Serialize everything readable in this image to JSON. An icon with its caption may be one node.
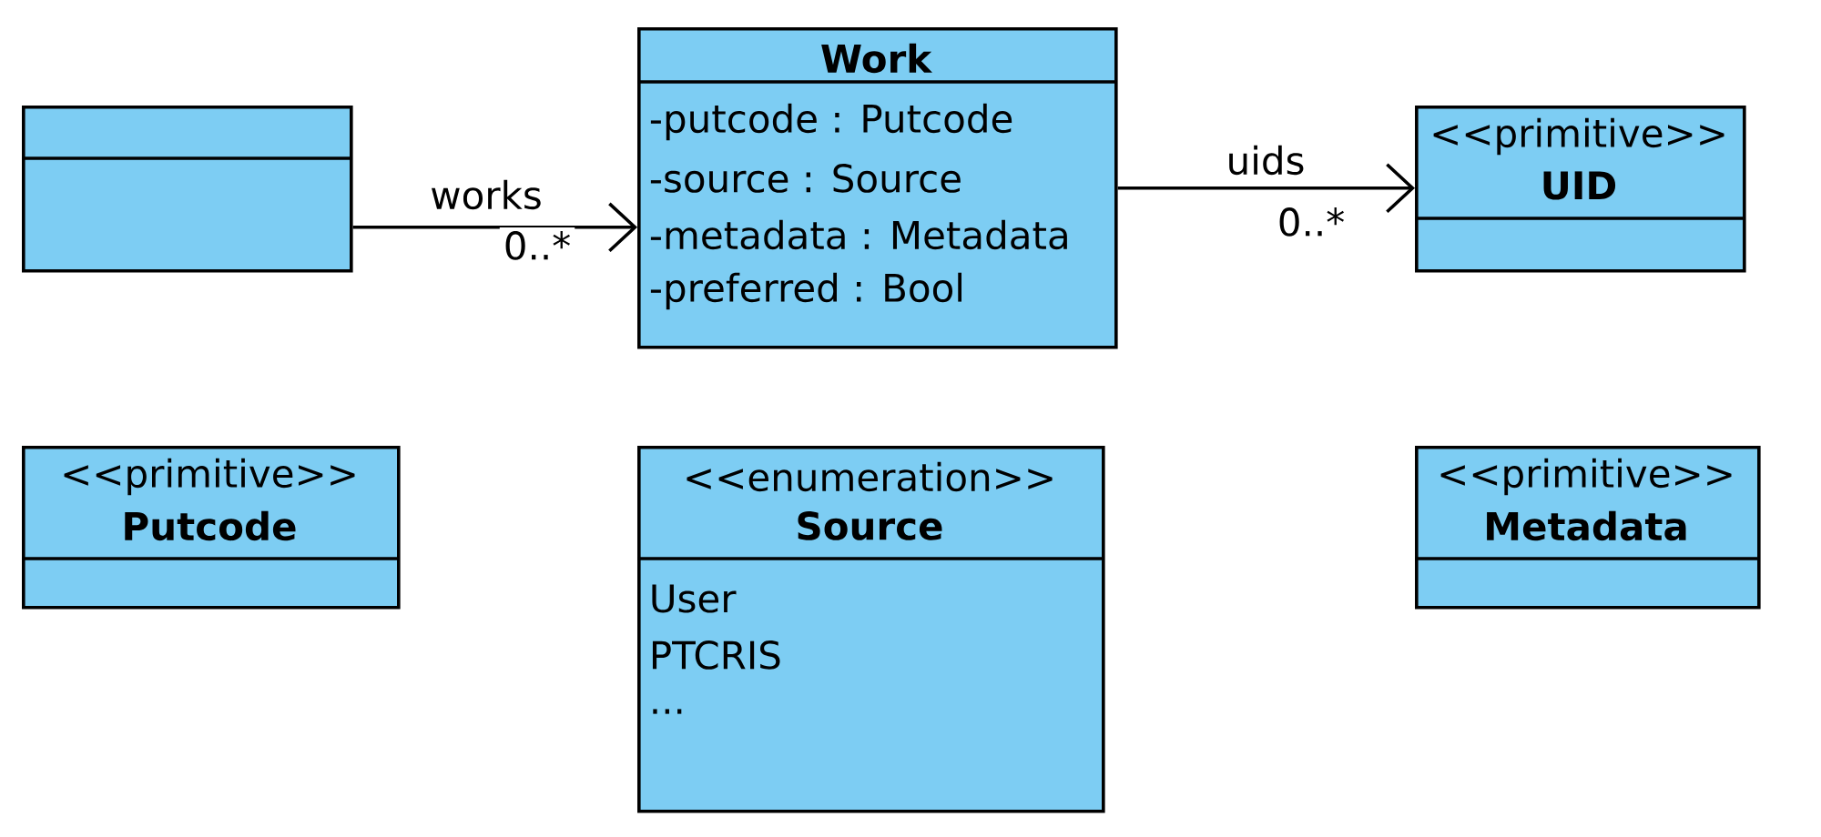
{
  "diagram": {
    "nodes": [
      {
        "text": [],
        "shape": "box"
      },
      {
        "text": [
          "Work",
          "-putcode : Putcode",
          "-source : Source",
          "-metadata : Metadata",
          "-preferred : Bool"
        ]
      },
      {
        "text": [
          "<<primitive>>",
          "UID"
        ]
      },
      {
        "text": [
          "<<primitive>>",
          "Putcode"
        ]
      },
      {
        "text": [
          "<<enumeration>>",
          "Source",
          "User",
          "PTCRIS",
          "..."
        ]
      },
      {
        "text": [
          "<<primitive>>",
          "Metadata"
        ]
      }
    ],
    "edges": [
      {
        "from": 0,
        "to": 1,
        "arrow": "to",
        "label": "works"
      },
      {
        "from": 1,
        "to": 2,
        "arrow": "to",
        "label": "uids"
      }
    ],
    "labels": [
      "0..*",
      "0..*"
    ]
  }
}
